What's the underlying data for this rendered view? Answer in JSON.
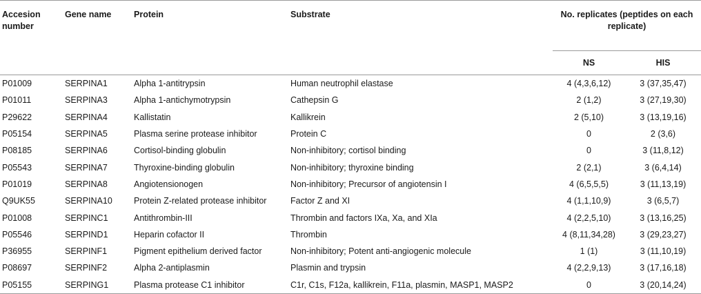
{
  "headers": {
    "accession": "Accesion number",
    "gene": "Gene name",
    "protein": "Protein",
    "substrate": "Substrate",
    "replicates": "No. replicates (peptides on each replicate)",
    "ns": "NS",
    "his": "HIS"
  },
  "rows": [
    {
      "accession": "P01009",
      "gene": "SERPINA1",
      "protein": "Alpha 1-antitrypsin",
      "substrate": "Human neutrophil elastase",
      "ns": "4 (4,3,6,12)",
      "his": "3 (37,35,47)"
    },
    {
      "accession": "P01011",
      "gene": "SERPINA3",
      "protein": "Alpha 1-antichymotrypsin",
      "substrate": "Cathepsin G",
      "ns": "2 (1,2)",
      "his": "3 (27,19,30)"
    },
    {
      "accession": "P29622",
      "gene": "SERPINA4",
      "protein": "Kallistatin",
      "substrate": "Kallikrein",
      "ns": "2 (5,10)",
      "his": "3 (13,19,16)"
    },
    {
      "accession": "P05154",
      "gene": "SERPINA5",
      "protein": "Plasma serine protease inhibitor",
      "substrate": "Protein C",
      "ns": "0",
      "his": "2 (3,6)"
    },
    {
      "accession": "P08185",
      "gene": "SERPINA6",
      "protein": "Cortisol-binding globulin",
      "substrate": "Non-inhibitory; cortisol binding",
      "ns": "0",
      "his": "3 (11,8,12)"
    },
    {
      "accession": "P05543",
      "gene": "SERPINA7",
      "protein": "Thyroxine-binding globulin",
      "substrate": "Non-inhibitory; thyroxine binding",
      "ns": "2 (2,1)",
      "his": "3 (6,4,14)"
    },
    {
      "accession": "P01019",
      "gene": "SERPINA8",
      "protein": "Angiotensionogen",
      "substrate": "Non-inhibitory; Precursor of angiotensin I",
      "ns": "4 (6,5,5,5)",
      "his": "3 (11,13,19)"
    },
    {
      "accession": "Q9UK55",
      "gene": "SERPINA10",
      "protein": "Protein Z-related protease inhibitor",
      "substrate": "Factor Z and XI",
      "ns": "4 (1,1,10,9)",
      "his": "3 (6,5,7)"
    },
    {
      "accession": "P01008",
      "gene": "SERPINC1",
      "protein": "Antithrombin-III",
      "substrate": "Thrombin and factors IXa, Xa, and XIa",
      "ns": "4 (2,2,5,10)",
      "his": "3 (13,16,25)"
    },
    {
      "accession": "P05546",
      "gene": "SERPIND1",
      "protein": "Heparin cofactor II",
      "substrate": "Thrombin",
      "ns": "4 (8,11,34,28)",
      "his": "3 (29,23,27)"
    },
    {
      "accession": "P36955",
      "gene": "SERPINF1",
      "protein": "Pigment epithelium derived factor",
      "substrate": "Non-inhibitory; Potent anti-angiogenic molecule",
      "ns": "1 (1)",
      "his": "3 (11,10,19)"
    },
    {
      "accession": "P08697",
      "gene": "SERPINF2",
      "protein": "Alpha 2-antiplasmin",
      "substrate": "Plasmin and trypsin",
      "ns": "4 (2,2,9,13)",
      "his": "3 (17,16,18)"
    },
    {
      "accession": "P05155",
      "gene": "SERPING1",
      "protein": "Plasma protease C1 inhibitor",
      "substrate": "C1r, C1s, F12a, kallikrein, F11a, plasmin, MASP1, MASP2",
      "ns": "0",
      "his": "3 (20,14,24)"
    }
  ]
}
